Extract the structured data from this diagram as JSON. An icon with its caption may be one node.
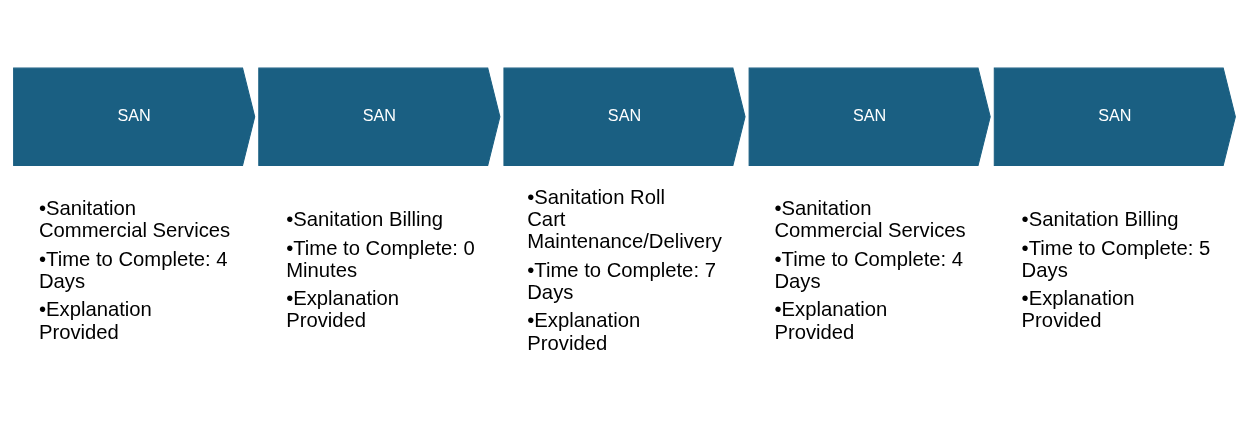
{
  "diagram": {
    "nodes": [
      {
        "text": [
          "SAN"
        ],
        "beside": [
          "•Sanitation Commercial Services",
          "•Time to Complete: 4 Days",
          "•Explanation Provided"
        ]
      },
      {
        "text": [
          "SAN"
        ],
        "beside": [
          "•Sanitation Billing",
          "•Time to Complete: 0 Minutes",
          "•Explanation Provided"
        ]
      },
      {
        "text": [
          "SAN"
        ],
        "beside": [
          "•Sanitation Roll Cart Maintenance/Delivery",
          "•Time to Complete: 7 Days",
          "•Explanation Provided"
        ]
      },
      {
        "text": [
          "SAN"
        ],
        "beside": [
          "•Sanitation Commercial Services",
          "•Time to Complete: 4 Days",
          "•Explanation Provided"
        ]
      },
      {
        "text": [
          "SAN"
        ],
        "beside": [
          "•Sanitation Billing",
          "•Time to Complete: 5 Days",
          "•Explanation Provided"
        ]
      }
    ],
    "edges": []
  }
}
